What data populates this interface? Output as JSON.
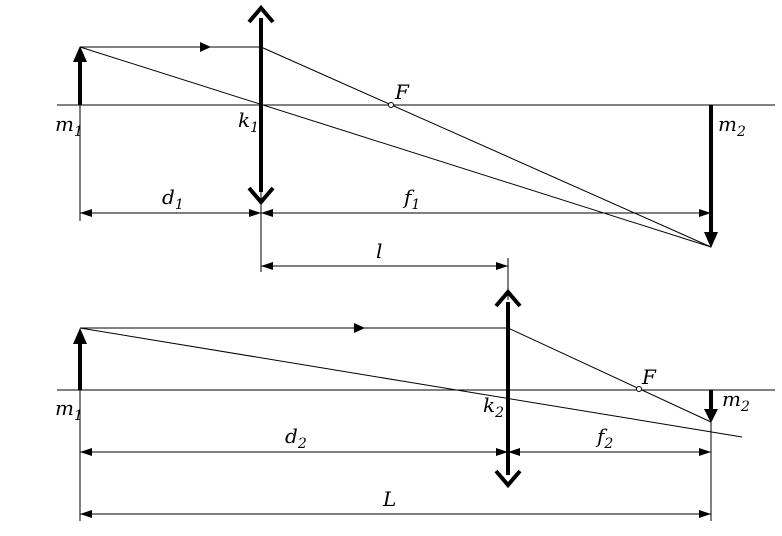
{
  "diagram": {
    "top": {
      "object_label": {
        "main": "m",
        "sub": "1"
      },
      "image_label": {
        "main": "m",
        "sub": "2"
      },
      "lens_center_label": {
        "main": "k",
        "sub": "1"
      },
      "focus_label": "F",
      "dim_object_distance": {
        "main": "d",
        "sub": "1"
      },
      "dim_image_distance": {
        "main": "f",
        "sub": "1"
      },
      "dim_shift": "l"
    },
    "bottom": {
      "object_label": {
        "main": "m",
        "sub": "1"
      },
      "image_label": {
        "main": "m",
        "sub": "2"
      },
      "lens_center_label": {
        "main": "k",
        "sub": "2"
      },
      "focus_label": "F",
      "dim_object_distance": {
        "main": "d",
        "sub": "2"
      },
      "dim_image_distance": {
        "main": "f",
        "sub": "2"
      },
      "dim_total": "L"
    }
  }
}
